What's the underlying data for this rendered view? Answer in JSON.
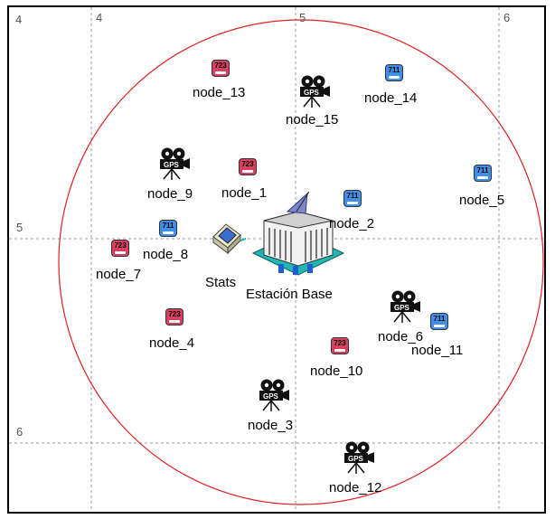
{
  "grid": {
    "x_ticks": [
      "4",
      "4",
      "5",
      "6"
    ],
    "y_ticks": [
      "5",
      "6"
    ]
  },
  "colors": {
    "range_circle": "#e02020",
    "grid_line": "#999999",
    "badge_723": "#d94060",
    "badge_711": "#3f8fe8"
  },
  "base_station": {
    "label": "Estación Base",
    "icon": "building-icon"
  },
  "stats": {
    "label": "Stats",
    "icon": "computer-icon"
  },
  "nodes": [
    {
      "id": "node_13",
      "label": "node_13",
      "badge": "723",
      "icon": "sensor-723-icon"
    },
    {
      "id": "node_15",
      "label": "node_15",
      "badge": "",
      "icon": "camera-gps-icon"
    },
    {
      "id": "node_14",
      "label": "node_14",
      "badge": "711",
      "icon": "sensor-711-icon"
    },
    {
      "id": "node_9",
      "label": "node_9",
      "badge": "",
      "icon": "camera-gps-icon"
    },
    {
      "id": "node_1",
      "label": "node_1",
      "badge": "723",
      "icon": "sensor-723-icon"
    },
    {
      "id": "node_5",
      "label": "node_5",
      "badge": "711",
      "icon": "sensor-711-icon"
    },
    {
      "id": "node_2",
      "label": "node_2",
      "badge": "711",
      "icon": "sensor-711-icon"
    },
    {
      "id": "node_8",
      "label": "node_8",
      "badge": "711",
      "icon": "sensor-711-icon"
    },
    {
      "id": "node_7",
      "label": "node_7",
      "badge": "723",
      "icon": "sensor-723-icon"
    },
    {
      "id": "node_6",
      "label": "node_6",
      "badge": "",
      "icon": "camera-gps-icon"
    },
    {
      "id": "node_11",
      "label": "node_11",
      "badge": "711",
      "icon": "sensor-711-icon"
    },
    {
      "id": "node_4",
      "label": "node_4",
      "badge": "723",
      "icon": "sensor-723-icon"
    },
    {
      "id": "node_10",
      "label": "node_10",
      "badge": "723",
      "icon": "sensor-723-icon"
    },
    {
      "id": "node_3",
      "label": "node_3",
      "badge": "",
      "icon": "camera-gps-icon"
    },
    {
      "id": "node_12",
      "label": "node_12",
      "badge": "",
      "icon": "camera-gps-icon"
    }
  ]
}
